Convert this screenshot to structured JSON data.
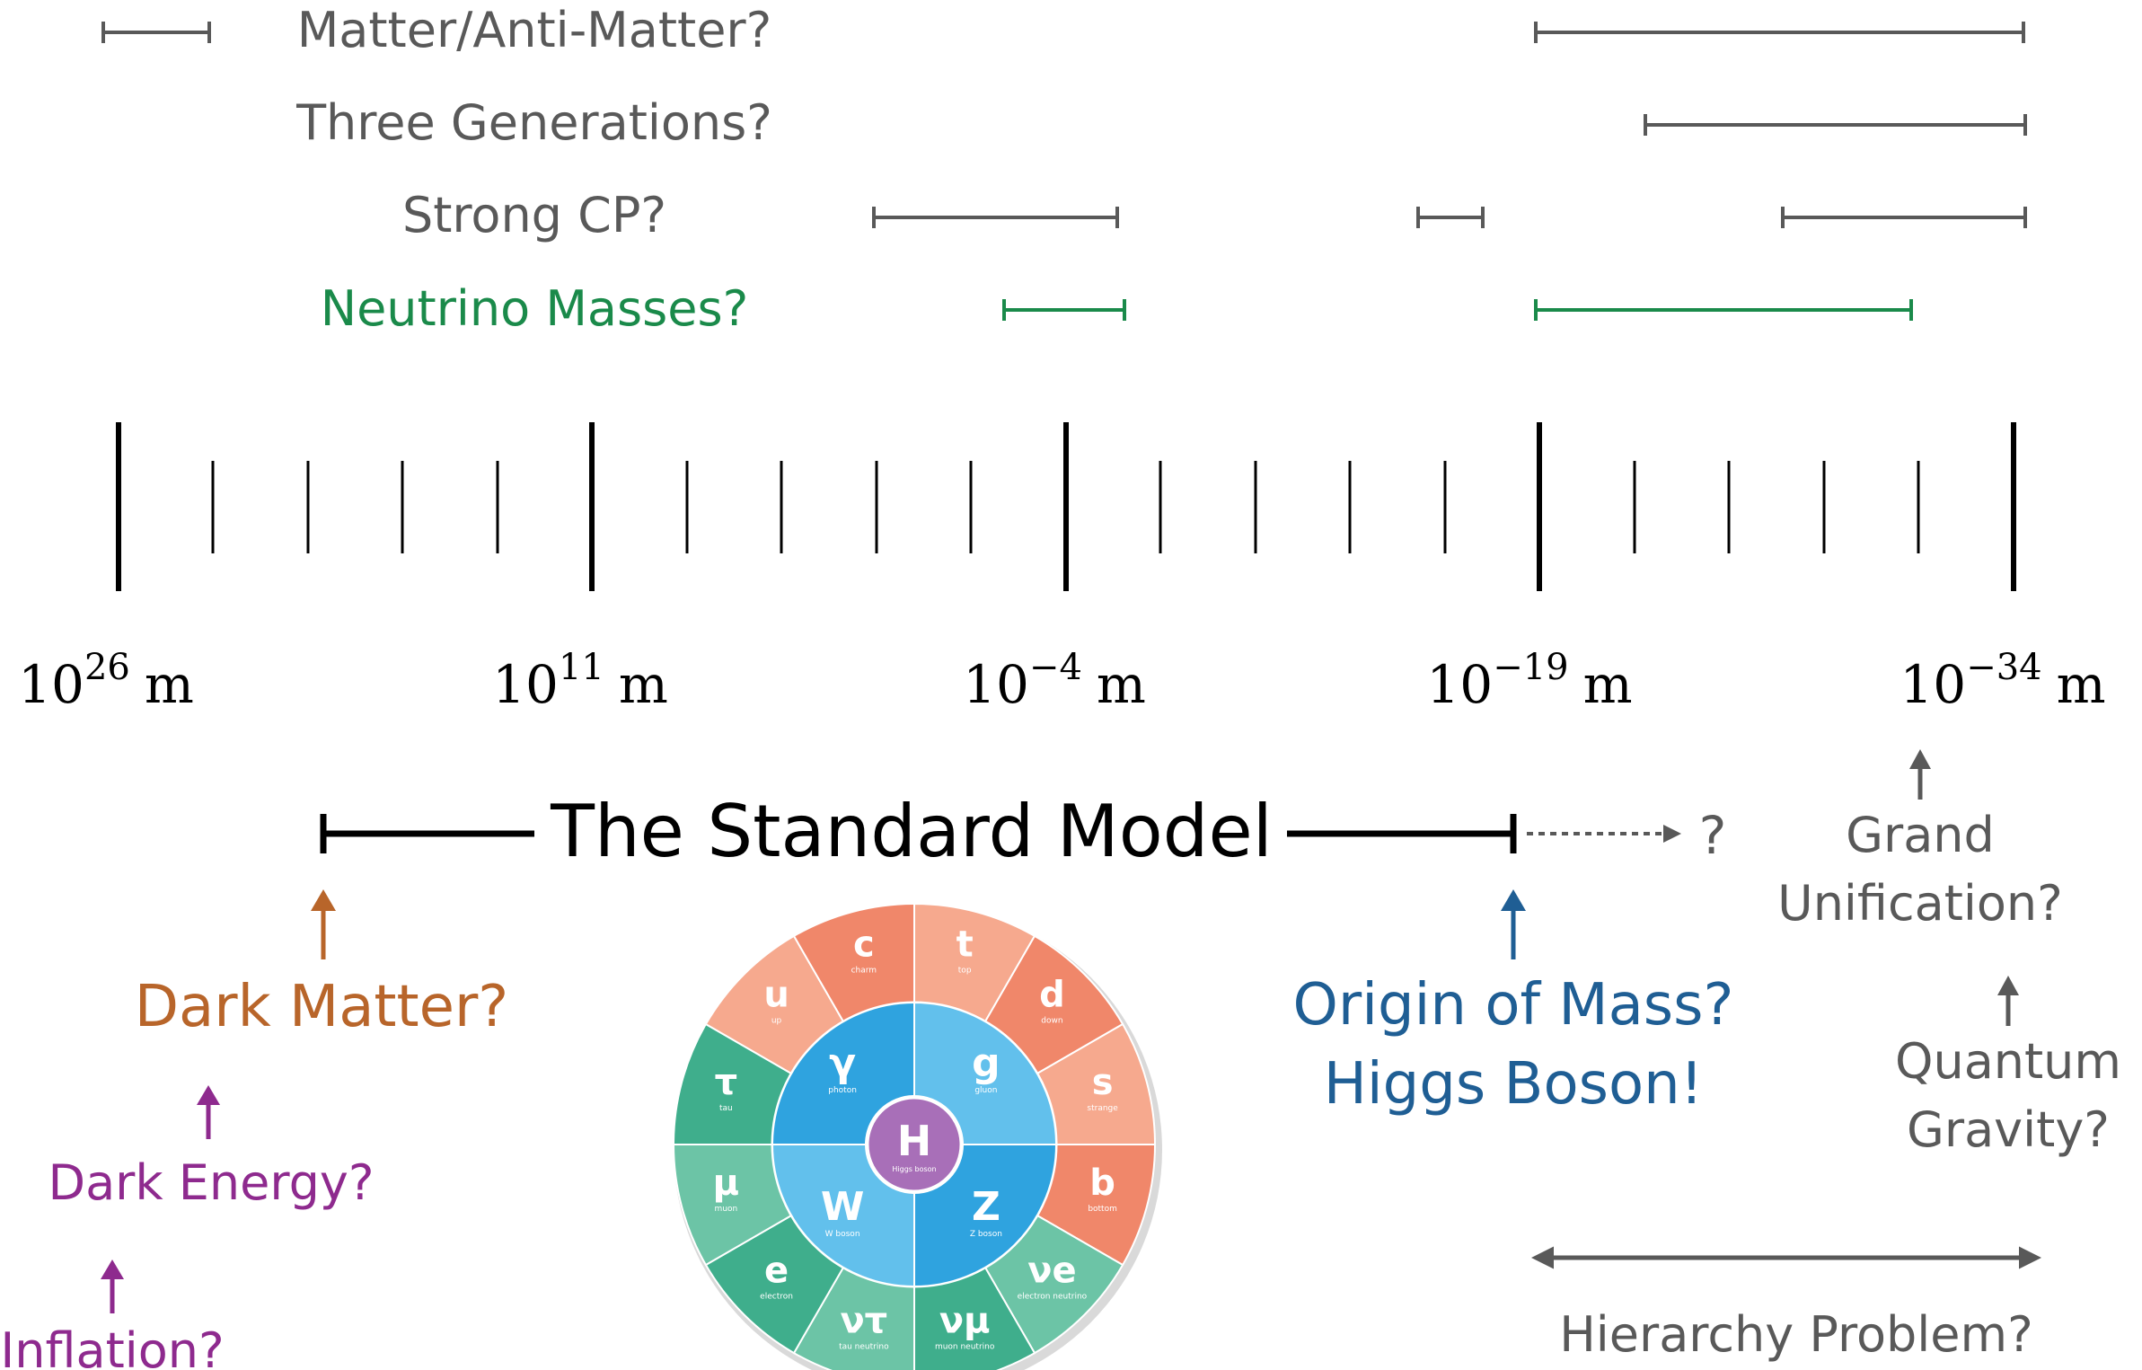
{
  "colors": {
    "gray": "#595959",
    "green": "#1a8a4a",
    "black": "#000000",
    "orange": "#b8652a",
    "purple": "#8e2a8e",
    "blue": "#1f5e94",
    "quark": "#f0876a",
    "quark_light": "#f6a98e",
    "lepton": "#3fae8c",
    "lepton_light": "#6cc4a6",
    "boson": "#2fa3df",
    "boson_light": "#62c0ec",
    "higgs": "#a86fb8"
  },
  "problems": [
    {
      "label": "Matter/Anti-Matter?",
      "color": "gray"
    },
    {
      "label": "Three Generations?",
      "color": "gray"
    },
    {
      "label": "Strong CP?",
      "color": "gray"
    },
    {
      "label": "Neutrino Masses?",
      "color": "green"
    }
  ],
  "scale": {
    "major_labels": [
      {
        "mantissa": "10",
        "exponent": "26",
        "unit": "m"
      },
      {
        "mantissa": "10",
        "exponent": "11",
        "unit": "m"
      },
      {
        "mantissa": "10",
        "exponent": "−4",
        "unit": "m"
      },
      {
        "mantissa": "10",
        "exponent": "−19",
        "unit": "m"
      },
      {
        "mantissa": "10",
        "exponent": "−34",
        "unit": "m"
      }
    ]
  },
  "standard_model": {
    "title": "The Standard Model",
    "beyond": "?"
  },
  "annotations": {
    "dark_matter": "Dark Matter?",
    "dark_energy": "Dark Energy?",
    "inflation": "Inflation?",
    "origin_mass": "Origin of Mass?",
    "higgs_boson": "Higgs Boson!",
    "grand": "Grand",
    "unification": "Unification?",
    "quantum": "Quantum",
    "gravity": "Gravity?",
    "hierarchy": "Hierarchy Problem?"
  },
  "particles": {
    "center": {
      "symbol": "H",
      "name": "Higgs boson"
    },
    "bosons": [
      {
        "symbol": "γ",
        "name": "photon"
      },
      {
        "symbol": "g",
        "name": "gluon"
      },
      {
        "symbol": "Z",
        "name": "Z boson"
      },
      {
        "symbol": "W",
        "name": "W boson"
      }
    ],
    "fermions": [
      {
        "symbol": "t",
        "name": "top",
        "kind": "quark"
      },
      {
        "symbol": "d",
        "name": "down",
        "kind": "quark"
      },
      {
        "symbol": "s",
        "name": "strange",
        "kind": "quark"
      },
      {
        "symbol": "b",
        "name": "bottom",
        "kind": "quark"
      },
      {
        "symbol": "νe",
        "name": "electron neutrino",
        "kind": "lepton"
      },
      {
        "symbol": "νμ",
        "name": "muon neutrino",
        "kind": "lepton"
      },
      {
        "symbol": "ντ",
        "name": "tau neutrino",
        "kind": "lepton"
      },
      {
        "symbol": "e",
        "name": "electron",
        "kind": "lepton"
      },
      {
        "symbol": "μ",
        "name": "muon",
        "kind": "lepton"
      },
      {
        "symbol": "τ",
        "name": "tau",
        "kind": "lepton"
      },
      {
        "symbol": "u",
        "name": "up",
        "kind": "quark"
      },
      {
        "symbol": "c",
        "name": "charm",
        "kind": "quark"
      }
    ]
  }
}
